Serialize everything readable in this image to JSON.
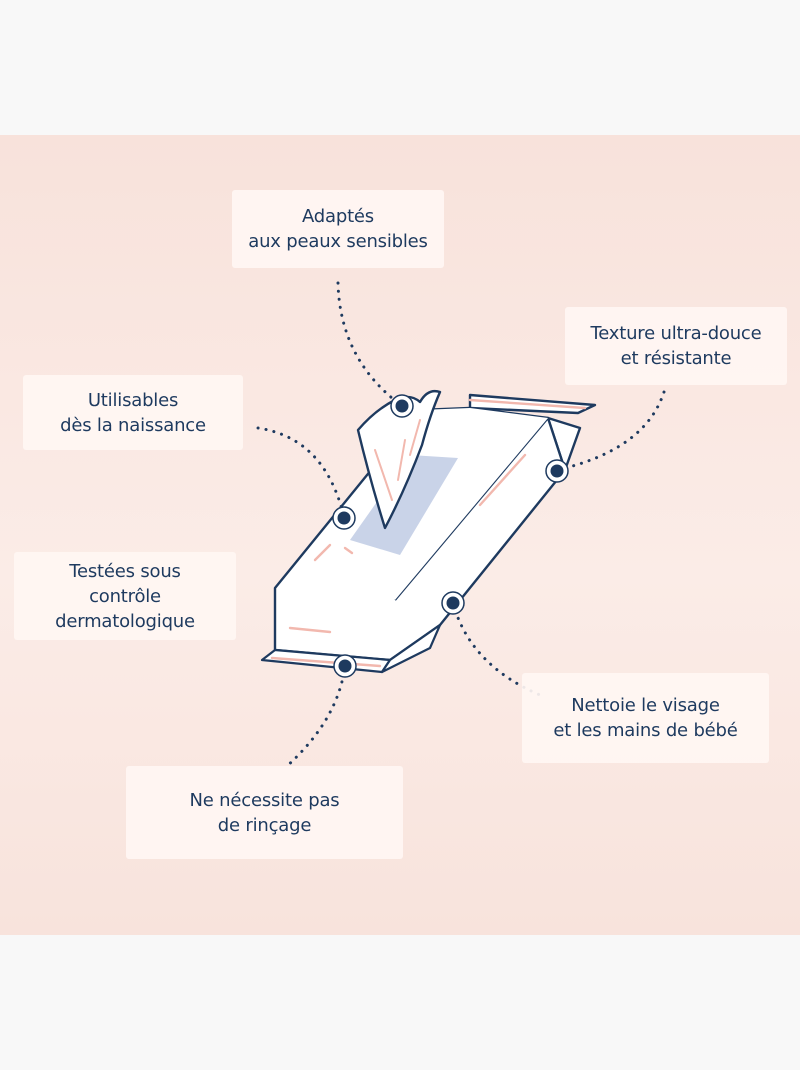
{
  "callouts": [
    {
      "id": "sensitive-skin",
      "lines": [
        "Adaptés",
        "aux peaux sensibles"
      ]
    },
    {
      "id": "texture",
      "lines": [
        "Texture ultra-douce",
        "et résistante"
      ]
    },
    {
      "id": "from-birth",
      "lines": [
        "Utilisables",
        "dès la naissance"
      ]
    },
    {
      "id": "dermatology",
      "lines": [
        "Testées sous",
        "contrôle",
        "dermatologique"
      ]
    },
    {
      "id": "face-hands",
      "lines": [
        "Nettoie le visage",
        "et les mains de bébé"
      ]
    },
    {
      "id": "no-rinse",
      "lines": [
        "Ne nécessite pas",
        "de rinçage"
      ]
    }
  ],
  "colors": {
    "navy": "#1e3a5f",
    "panel_pink": "#f8e2db",
    "label_bg": "#fff6f3",
    "window_blue": "#c9d3e8",
    "accent_pink": "#f2b8ae"
  }
}
